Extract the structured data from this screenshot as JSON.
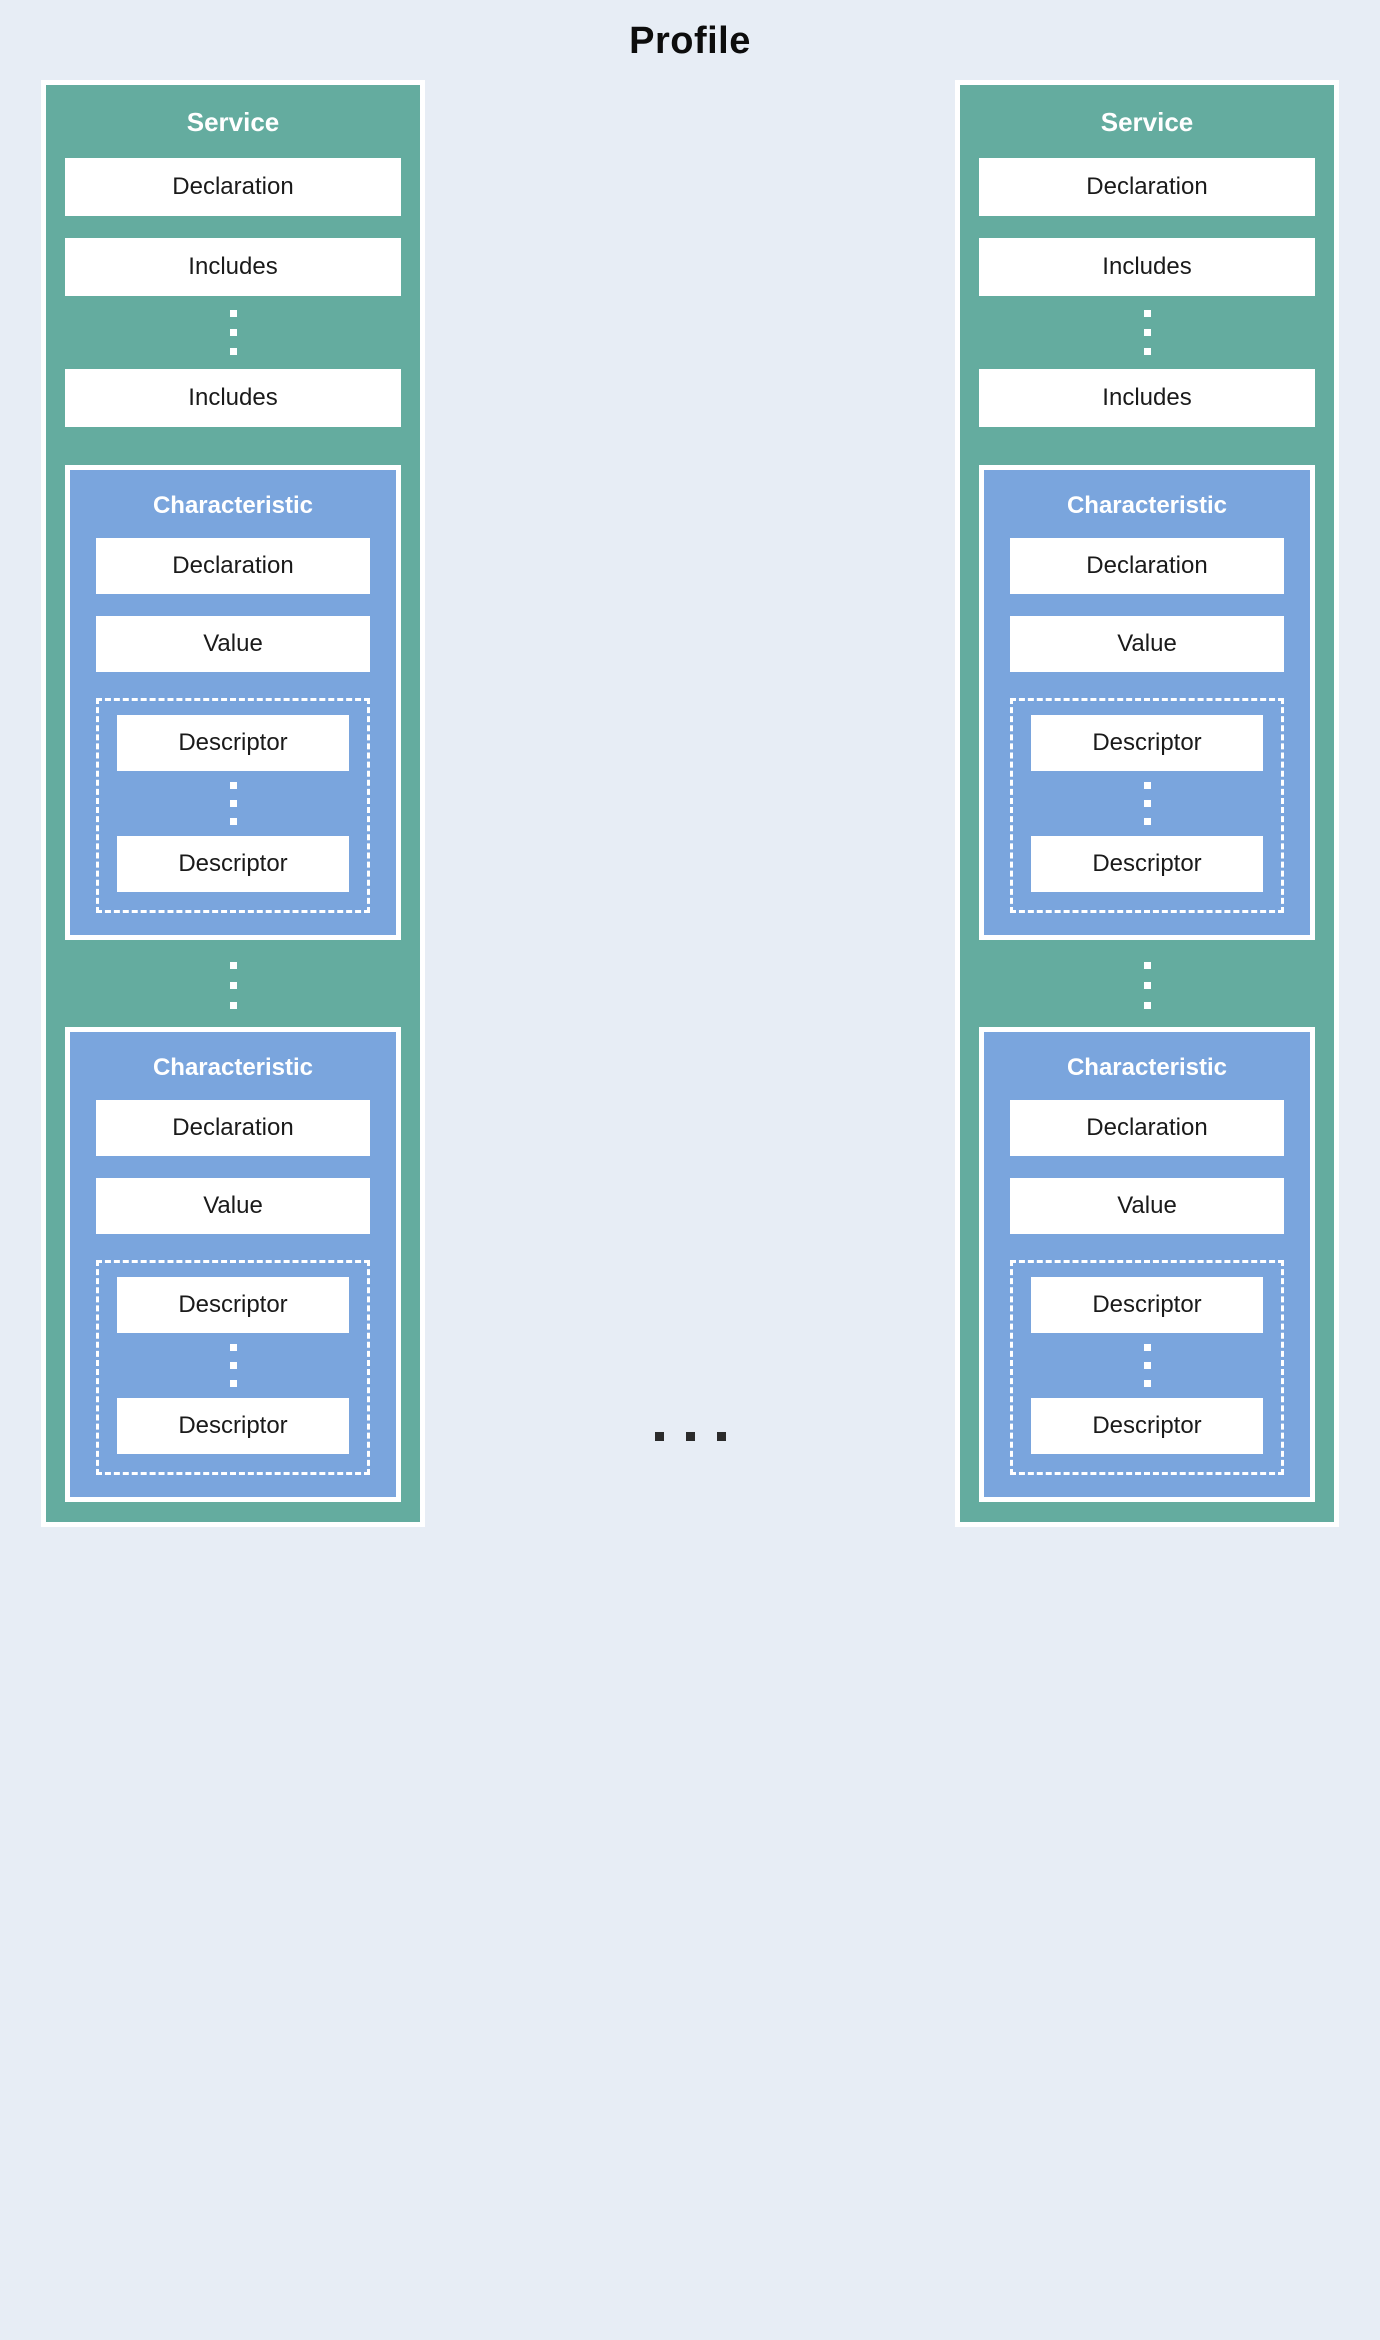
{
  "diagram": {
    "title": "Profile",
    "background_color": "#e7edf5",
    "service_color": "#64ac9f",
    "characteristic_color": "#7aa5dd",
    "leaf_color": "#ffffff",
    "border_color": "#ffffff",
    "dot_color": "#2b2b2b",
    "ellipsis_between_columns": "...",
    "services": [
      {
        "title": "Service",
        "declaration_label": "Declaration",
        "includes_first_label": "Includes",
        "includes_last_label": "Includes",
        "characteristics": [
          {
            "title": "Characteristic",
            "declaration_label": "Declaration",
            "value_label": "Value",
            "descriptor_first_label": "Descriptor",
            "descriptor_last_label": "Descriptor"
          },
          {
            "title": "Characteristic",
            "declaration_label": "Declaration",
            "value_label": "Value",
            "descriptor_first_label": "Descriptor",
            "descriptor_last_label": "Descriptor"
          }
        ]
      },
      {
        "title": "Service",
        "declaration_label": "Declaration",
        "includes_first_label": "Includes",
        "includes_last_label": "Includes",
        "characteristics": [
          {
            "title": "Characteristic",
            "declaration_label": "Declaration",
            "value_label": "Value",
            "descriptor_first_label": "Descriptor",
            "descriptor_last_label": "Descriptor"
          },
          {
            "title": "Characteristic",
            "declaration_label": "Declaration",
            "value_label": "Value",
            "descriptor_first_label": "Descriptor",
            "descriptor_last_label": "Descriptor"
          }
        ]
      }
    ]
  }
}
